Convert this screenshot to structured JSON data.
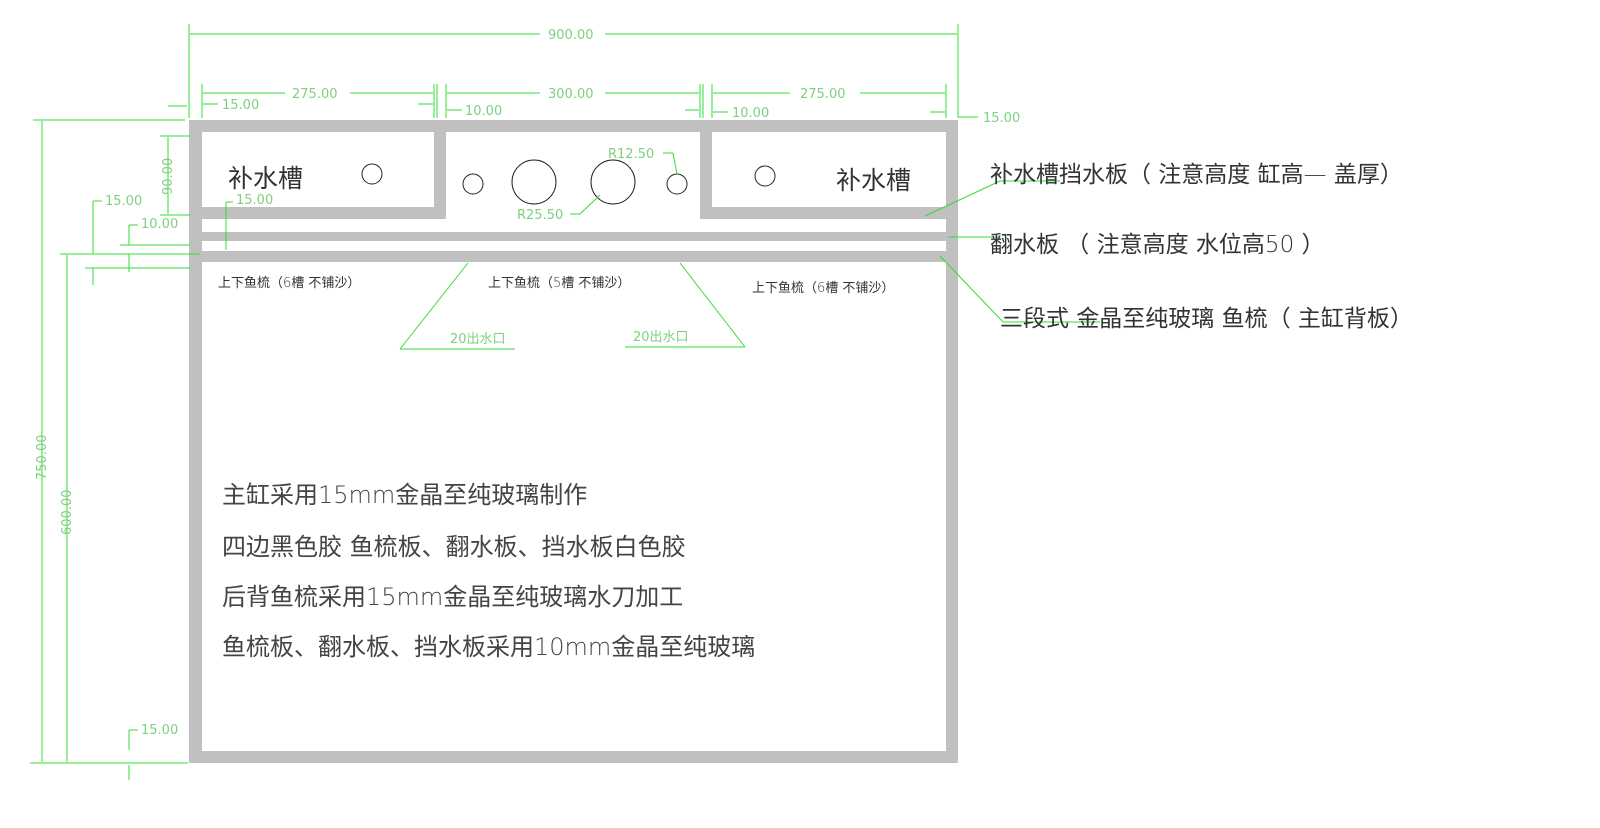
{
  "dimensions": {
    "total_width": "900.00",
    "left_sump_width": "275.00",
    "middle_width": "300.00",
    "right_sump_width": "275.00",
    "left_wall": "15.00",
    "left_partition": "10.00",
    "right_partition": "10.00",
    "right_wall": "15.00",
    "total_height": "750.00",
    "water_height": "600.00",
    "sump_depth": "90.00",
    "gap_top": "15.00",
    "gap_mid": "10.00",
    "inner_gap": "15.00",
    "bottom_thickness": "15.00",
    "radius_small": "R12.50",
    "radius_large": "R25.50"
  },
  "labels": {
    "left_sump": "补水槽",
    "right_sump": "补水槽",
    "comb_left": "上下鱼梳（6槽 不铺沙）",
    "comb_mid": "上下鱼梳（5槽 不铺沙）",
    "comb_right": "上下鱼梳（6槽 不铺沙）",
    "outlet_left": "20出水口",
    "outlet_right": "20出水口"
  },
  "callouts": [
    "补水槽挡水板（ 注意高度   缸高— 盖厚）",
    "翻水板 （ 注意高度   水位高50 ）",
    "三段式 金晶至纯玻璃 鱼梳（ 主缸背板）"
  ],
  "notes": [
    "主缸采用15mm金晶至纯玻璃制作",
    "四边黑色胶 鱼梳板、翻水板、挡水板白色胶",
    "后背鱼梳采用15mm金晶至纯玻璃水刀加工",
    "鱼梳板、翻水板、挡水板采用10mm金晶至纯玻璃"
  ],
  "colors": {
    "dimension": "#33dd33",
    "glass": "#c0c0c0"
  }
}
